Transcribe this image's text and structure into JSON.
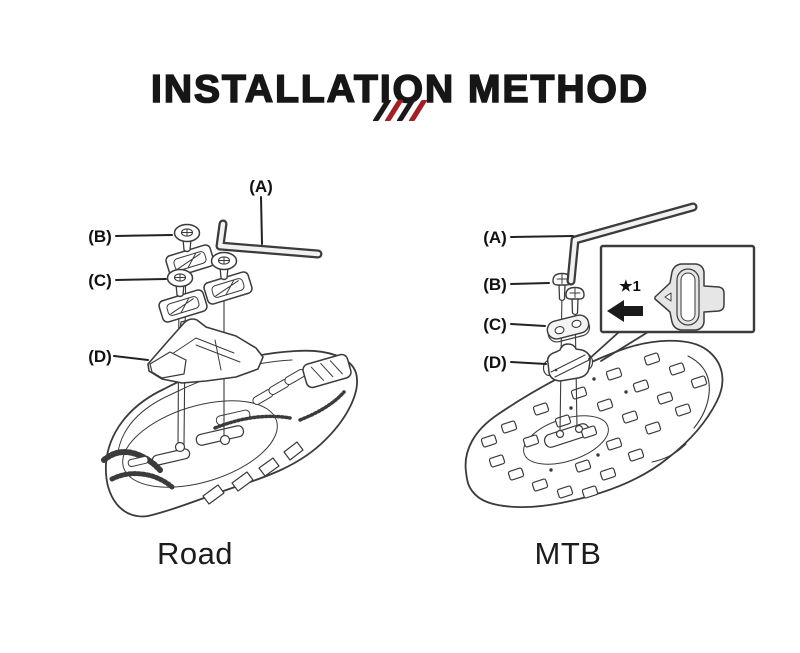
{
  "header": {
    "title": "INSTALLATION METHOD",
    "slashes": [
      "#1a1a1a",
      "#a31f24",
      "#1a1a1a",
      "#a31f24"
    ]
  },
  "labels": [
    "(A)",
    "(B)",
    "(C)",
    "(D)"
  ],
  "road": {
    "caption": "Road"
  },
  "mtb": {
    "caption": "MTB",
    "inset_note": "★1"
  },
  "colors": {
    "background": "#ffffff",
    "ink": "#161616",
    "line_art": "#3b3b3b",
    "accent_red": "#a31f24"
  }
}
